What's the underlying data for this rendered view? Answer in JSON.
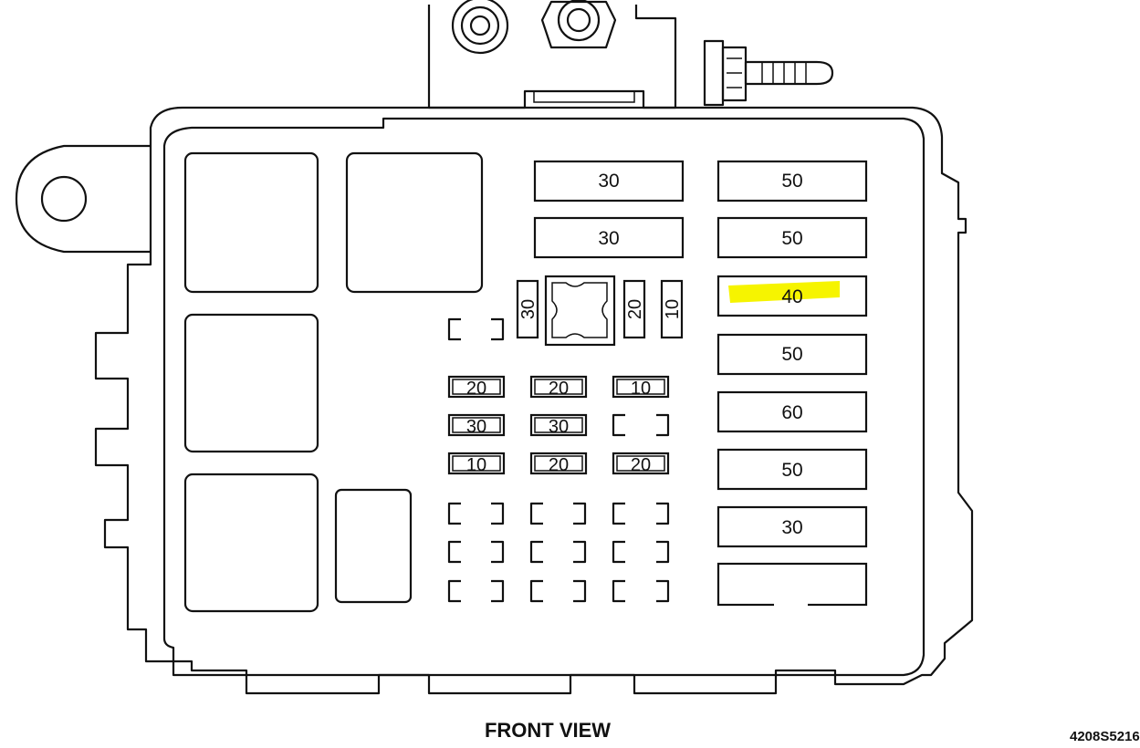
{
  "caption": "FRONT VIEW",
  "figure_code": "4208S5216",
  "highlight_color": "#f6f400",
  "maxi_fuses": [
    {
      "label": "30"
    },
    {
      "label": "30"
    }
  ],
  "maxi_fuses_right": [
    {
      "label": "50"
    },
    {
      "label": "50"
    },
    {
      "label": "40",
      "highlighted": true
    },
    {
      "label": "50"
    },
    {
      "label": "60"
    },
    {
      "label": "50"
    },
    {
      "label": "30"
    },
    {
      "label": ""
    }
  ],
  "vertical_fuses": [
    {
      "label": "30"
    },
    {
      "label": "20"
    },
    {
      "label": "10"
    }
  ],
  "mini_fuses": [
    [
      "20",
      "20",
      "10"
    ],
    [
      "30",
      "30",
      ""
    ],
    [
      "10",
      "20",
      "20"
    ]
  ]
}
